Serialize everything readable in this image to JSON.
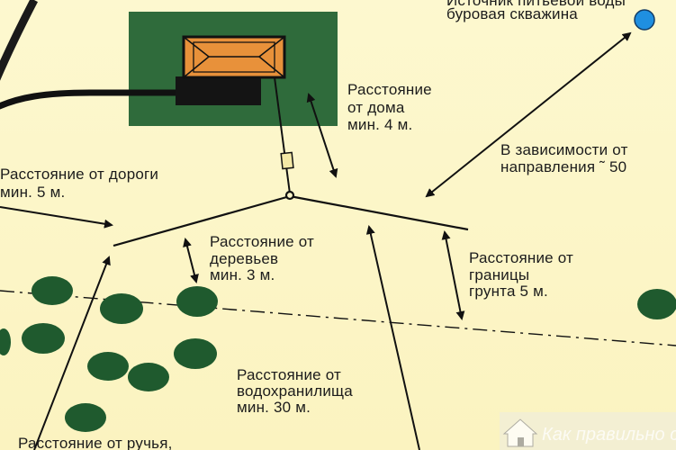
{
  "labels": {
    "well_title_line1": "Источник питьевой воды",
    "well_title_line2": "буровая скважина",
    "house_line1": "Расстояние",
    "house_line2": "от дома",
    "house_line3": "мин.  4  м.",
    "slope_line1": "В зависимости от",
    "slope_line2": "направления ˜ 50",
    "road_line1": "Расстояние от дороги",
    "road_line2": "мин.  5 м.",
    "trees_line1": "Расстояние от",
    "trees_line2": "деревьев",
    "trees_line3": "мин.   3 м.",
    "soil_line1": "Расстояние от",
    "soil_line2": "границы",
    "soil_line3": "грунта  5  м.",
    "reservoir_line1": "Расстояние от",
    "reservoir_line2": "водохранилища",
    "reservoir_line3": "мин. 30 м.",
    "stream_line1": "Расстояние от ручья,"
  },
  "watermark": "Как правильно сделать",
  "colors": {
    "background": "#fdf6c8",
    "house_plot": "#2f6b3b",
    "house_roof": "#e8913a",
    "tank": "#141414",
    "trees": "#1f5a2e",
    "well": "#1f8fe0",
    "lines": "#111111"
  }
}
